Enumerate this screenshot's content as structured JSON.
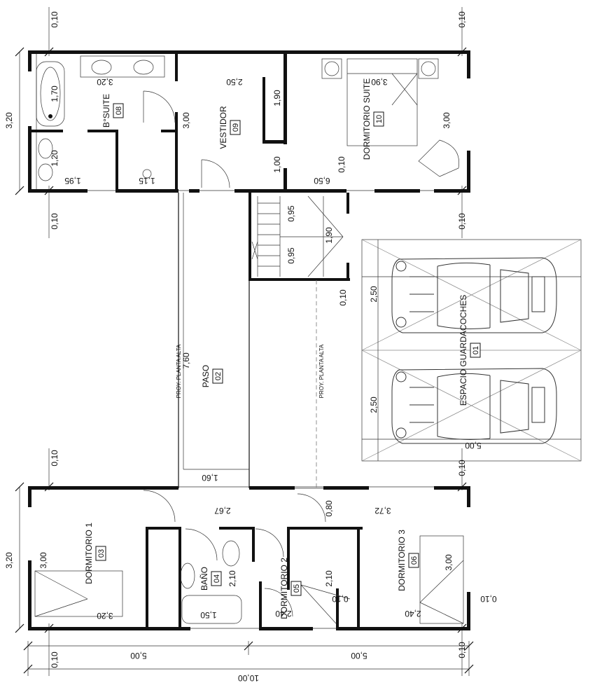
{
  "rooms": {
    "bano_suite": {
      "name": "B°SUITE",
      "num": "08"
    },
    "vestidor": {
      "name": "VESTIDOR",
      "num": "09"
    },
    "dormitorio_suite": {
      "name": "DORMITORIO SUITE",
      "num": "10"
    },
    "paso": {
      "name": "PASO",
      "num": "02"
    },
    "guardacoches": {
      "name": "ESPACIO GUARDACOCHES",
      "num": "01"
    },
    "dormitorio1": {
      "name": "DORMITORIO 1",
      "num": "03"
    },
    "bano": {
      "name": "BAÑO",
      "num": "04"
    },
    "dormitorio2": {
      "name": "DORMITORIO 2",
      "num": "05"
    },
    "dormitorio3": {
      "name": "DORMITORIO 3",
      "num": "06"
    }
  },
  "notes": {
    "proy_left": "PROY. PLANTA ALTA",
    "proy_right": "PROY. PLANTA ALTA"
  },
  "dimensions": {
    "top_left_010": "0,10",
    "top_right_010": "0,10",
    "left_320_top": "3,20",
    "d_320_bath": "3,20",
    "d_170": "1,70",
    "d_120": "1,20",
    "d_195": "1,95",
    "d_115": "1,15",
    "d_300_vest": "3,00",
    "d_250_vest": "2,50",
    "d_190_vest": "1,90",
    "d_100": "1,00",
    "d_390": "3,90",
    "d_300_suite": "3,00",
    "d_010_suite": "0,10",
    "d_650": "6,50",
    "mid_left_010": "0,10",
    "mid_right_010": "0,10",
    "d_095_a": "0,95",
    "d_095_b": "0,95",
    "d_190_stair": "1,90",
    "d_010_stair": "0,10",
    "d_760": "7,60",
    "d_160": "1,60",
    "d_250_car1": "2,50",
    "d_250_car2": "2,50",
    "d_500_garage": "5,00",
    "low_left_010": "0,10",
    "low_right_010": "0,10",
    "left_320_bottom": "3,20",
    "d_267": "2,67",
    "d_080": "0,80",
    "d_372": "3,72",
    "d_300_d1": "3,00",
    "d_320_d1": "3,20",
    "d_210_bano": "2,10",
    "d_150": "1,50",
    "d_210_d2": "2,10",
    "d_010_d2": "0,10",
    "d_240_d2": "2,40",
    "d_300_d3": "3,00",
    "d_010_d3": "0,10",
    "d_240_d3": "2,40",
    "bot_left_010": "0,10",
    "bot_500_a": "5,00",
    "bot_500_b": "5,00",
    "bot_right_010": "0,10",
    "total_1000": "10,00"
  },
  "colors": {
    "ink": "#111111",
    "paper": "#ffffff",
    "grid": "#888888"
  }
}
